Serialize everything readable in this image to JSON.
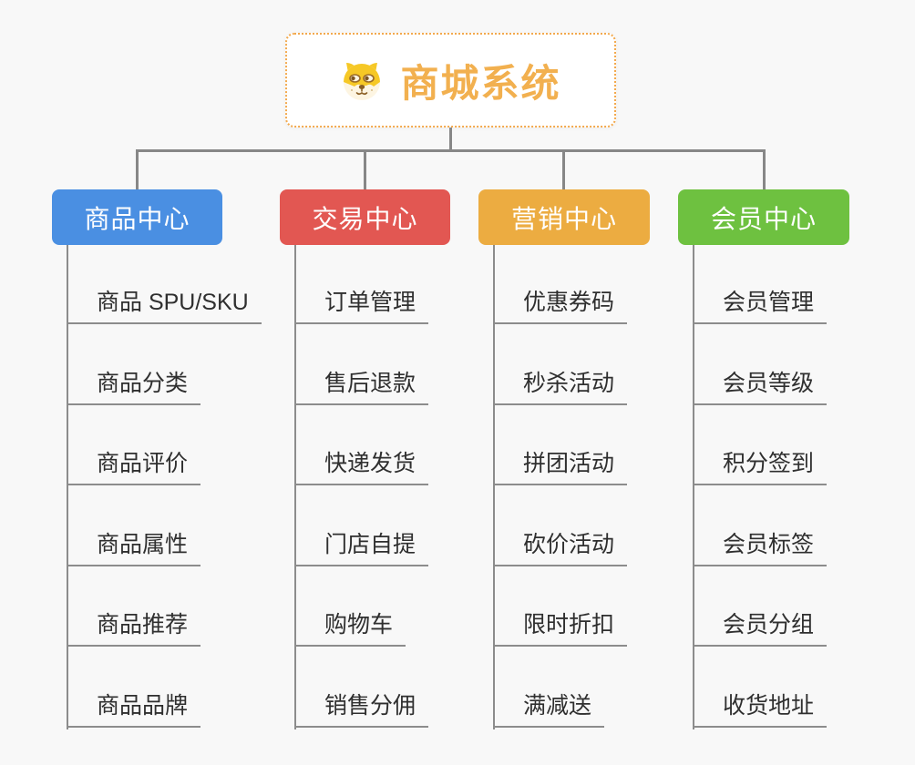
{
  "root": {
    "title": "商城系统",
    "icon": "dog-face-icon"
  },
  "branches": [
    {
      "label": "商品中心",
      "color": "#4a8fe2",
      "children": [
        "商品 SPU/SKU",
        "商品分类",
        "商品评价",
        "商品属性",
        "商品推荐",
        "商品品牌"
      ]
    },
    {
      "label": "交易中心",
      "color": "#e25752",
      "children": [
        "订单管理",
        "售后退款",
        "快递发货",
        "门店自提",
        "购物车",
        "销售分佣"
      ]
    },
    {
      "label": "营销中心",
      "color": "#ecac41",
      "children": [
        "优惠券码",
        "秒杀活动",
        "拼团活动",
        "砍价活动",
        "限时折扣",
        "满减送"
      ]
    },
    {
      "label": "会员中心",
      "color": "#6ec140",
      "children": [
        "会员管理",
        "会员等级",
        "积分签到",
        "会员标签",
        "会员分组",
        "收货地址"
      ]
    }
  ],
  "colors": {
    "background": "#f8f8f8",
    "connector": "#878787",
    "underline": "#8c8c8c",
    "root_accent": "#f2b04f",
    "root_border": "#f3a94d",
    "child_text": "#2f2f2f"
  }
}
